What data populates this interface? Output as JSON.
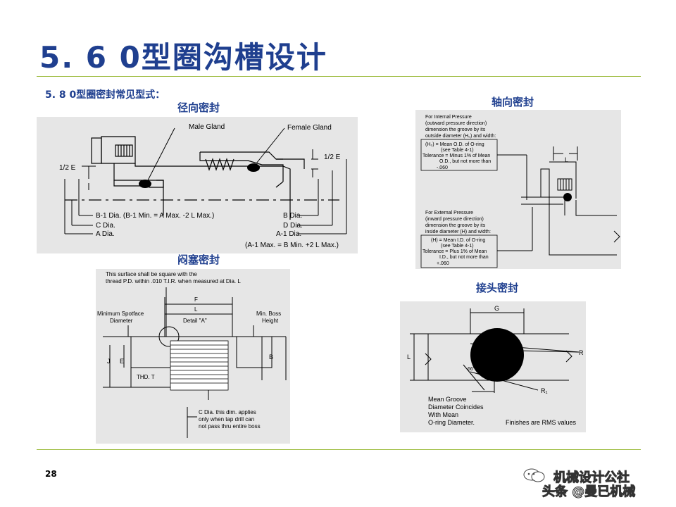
{
  "slide": {
    "title": "5. 6  0型圈沟槽设计",
    "subtitle": "5. 8  0型圈密封常见型式：",
    "page_number": "28"
  },
  "captions": {
    "radial": "径向密封",
    "axial": "轴向密封",
    "plug": "闷塞密封",
    "fitting": "接头密封"
  },
  "radial_diagram": {
    "male_gland": "Male Gland",
    "female_gland": "Female Gland",
    "half_e_left": "1/2 E",
    "half_e_right": "1/2 E",
    "b1_dia": "B-1 Dia. (B-1 Min. = A Max. -2 L Max.)",
    "c_dia": "C Dia.",
    "a_dia": "A Dia.",
    "b_dia": "B Dia.",
    "d_dia": "D Dia.",
    "a1_dia": "A-1 Dia.",
    "a1_note": "(A-1 Max. = B Min. +2 L Max.)"
  },
  "axial_diagram": {
    "internal_lines": [
      "For Internal Pressure",
      "(outward pressure direction)",
      "dimension the groove by its",
      "outside diameter (H₀) and width:"
    ],
    "internal_box": [
      "(H₀) = Mean O.D. of O-ring",
      "(see Table 4-1)",
      "Tolerance = Minus 1% of Mean",
      "O.D., but not more than",
      "-.060"
    ],
    "external_lines": [
      "For External Pressure",
      "(inward pressure direction)",
      "dimension the groove by its",
      "inside diameter (H) and width:"
    ],
    "external_box": [
      "(H) = Mean I.D. of O-ring",
      "(see Table 4-1)",
      "Tolerance = Plus 1% of Mean",
      "I.D., but not more than",
      "+.060"
    ],
    "l_label": "L"
  },
  "plug_diagram": {
    "note_lines": [
      "This surface shall be square with the",
      "thread P.D. within .010 T.I.R. when measured at Dia. L"
    ],
    "f_label": "F",
    "l_label": "L",
    "spotface_lines": [
      "Minimum Spotface",
      "Diameter"
    ],
    "detail": "Detail \"A\"",
    "boss_lines": [
      "Min. Boss",
      "Height"
    ],
    "j_label": "J",
    "e_label": "E",
    "b_label": "B",
    "thd": "THD. T",
    "c_note_lines": [
      "C Dia. this dim. applies",
      "only when tap drill can",
      "not pass thru entire boss"
    ]
  },
  "fitting_diagram": {
    "g_label": "G",
    "l_label": "L",
    "r_label": "R",
    "r1_label": "R₁",
    "angle": "66°",
    "mean_lines": [
      "Mean Groove",
      "Diameter Coincides",
      "With Mean",
      "O-ring Diameter."
    ],
    "finish": "Finishes are RMS values"
  },
  "watermark": {
    "line1": "机械设计公社",
    "line2": "头条 @曼已机械"
  },
  "colors": {
    "title_blue": "#1f3f8f",
    "rule_green": "#9bbb3b",
    "panel_gray": "#e6e6e6"
  }
}
